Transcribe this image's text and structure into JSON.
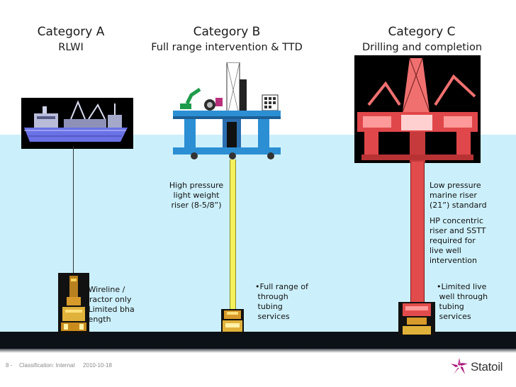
{
  "categories": [
    {
      "title": "Category A",
      "subtitle": "RLWI"
    },
    {
      "title": "Category B",
      "subtitle": "Full range intervention & TTD"
    },
    {
      "title": "Category C",
      "subtitle": "Drilling and completion"
    }
  ],
  "labels": {
    "hp_riser": [
      "High pressure",
      "light weight",
      "riser (8-5/8”)"
    ],
    "lp_riser": [
      "Low pressure",
      "marine riser",
      "(21”) standard"
    ],
    "hp_concentric": [
      "HP concentric",
      "riser and SSTT",
      "required for",
      "live well",
      "intervention"
    ],
    "cat_a_bullets": [
      [
        "Wireline /",
        "tractor only"
      ],
      [
        "Limited bha",
        "length"
      ]
    ],
    "cat_b_bullet": [
      "Full range of",
      "through",
      "tubing",
      "services"
    ],
    "cat_c_bullet": [
      "Limited live",
      "well through",
      "tubing",
      "services"
    ]
  },
  "footer": {
    "page": "8 -",
    "classification": "Classification: Internal",
    "date": "2010-10-18",
    "brand": "Statoil"
  },
  "colors": {
    "sea": "#ccf0fb",
    "seabed": "#0b1116",
    "riser_hp": "#f4f15c",
    "riser_lp": "#e24b4b",
    "rig": "#e0474a",
    "platform": "#2c8fd4",
    "brand": "#a7177a"
  }
}
